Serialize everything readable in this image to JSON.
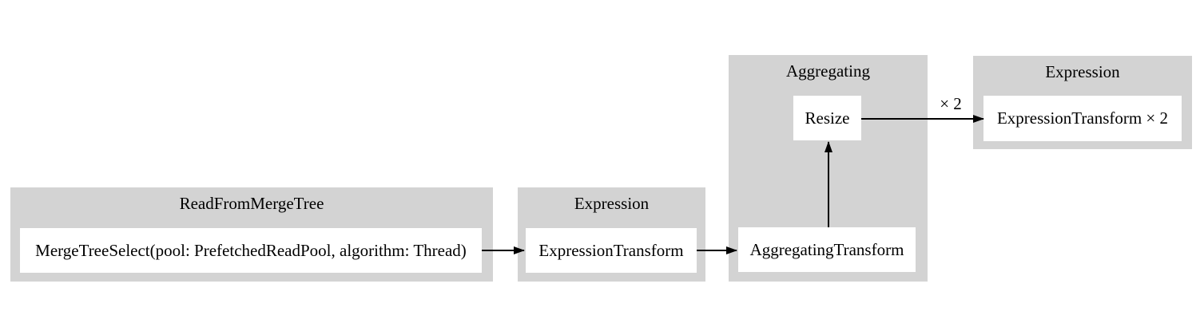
{
  "diagram": {
    "type": "query-pipeline-graph",
    "colors": {
      "background": "#ffffff",
      "cluster_fill": "#d3d3d3",
      "node_fill": "#ffffff",
      "edge": "#000000",
      "text": "#000000"
    },
    "clusters": [
      {
        "label": "ReadFromMergeTree"
      },
      {
        "label": "Expression"
      },
      {
        "label": "Aggregating"
      },
      {
        "label": "Expression"
      }
    ],
    "nodes": {
      "merge_tree_select": "MergeTreeSelect(pool: PrefetchedReadPool, algorithm: Thread)",
      "expression_transform": "ExpressionTransform",
      "aggregating_transform": "AggregatingTransform",
      "resize": "Resize",
      "expression_transform_x2": "ExpressionTransform × 2"
    },
    "edges": {
      "mergetreeselect_to_expressiontransform": {
        "label": ""
      },
      "expressiontransform_to_aggregatingtransform": {
        "label": ""
      },
      "aggregatingtransform_to_resize": {
        "label": ""
      },
      "resize_to_expressiontransformx2": {
        "label": "× 2"
      }
    }
  }
}
